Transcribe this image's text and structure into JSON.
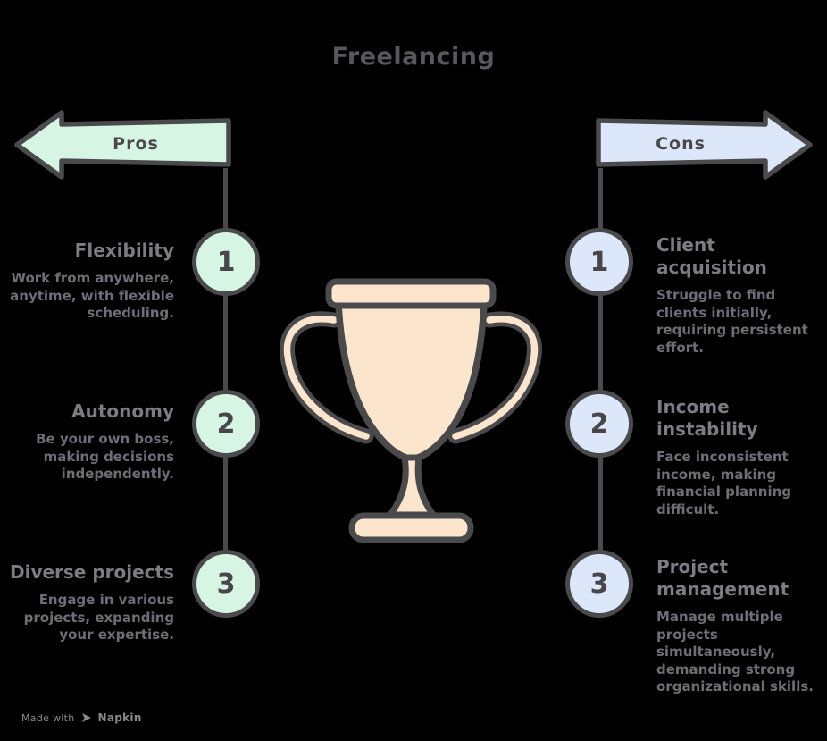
{
  "title": "Freelancing",
  "center_icon": "trophy",
  "pros": {
    "label": "Pros",
    "items": [
      {
        "number": "1",
        "title": "Flexibility",
        "description": "Work from anywhere, anytime, with flexible scheduling."
      },
      {
        "number": "2",
        "title": "Autonomy",
        "description": "Be your own boss, making decisions independently."
      },
      {
        "number": "3",
        "title": "Diverse projects",
        "description": "Engage in various projects, expanding your expertise."
      }
    ]
  },
  "cons": {
    "label": "Cons",
    "items": [
      {
        "number": "1",
        "title": "Client acquisition",
        "description": "Struggle to find clients initially, requiring persistent effort."
      },
      {
        "number": "2",
        "title": "Income instability",
        "description": "Face inconsistent income, making financial planning difficult."
      },
      {
        "number": "3",
        "title": "Project management",
        "description": "Manage multiple projects simultaneously, demanding strong organizational skills."
      }
    ]
  },
  "watermark": {
    "made_with": "Made with",
    "brand": "Napkin",
    "icon": "napkin-logo"
  },
  "colors": {
    "background": "#000000",
    "pros_fill": "#d6f5e3",
    "cons_fill": "#dde7fa",
    "trophy_fill": "#fce5cd",
    "stroke": "#4a4a4d",
    "title_text": "#58585b",
    "item_title_text": "#7d7d81",
    "description_text": "#6f6f73",
    "number_text": "#47474a",
    "watermark_text": "#8a8a8a"
  }
}
